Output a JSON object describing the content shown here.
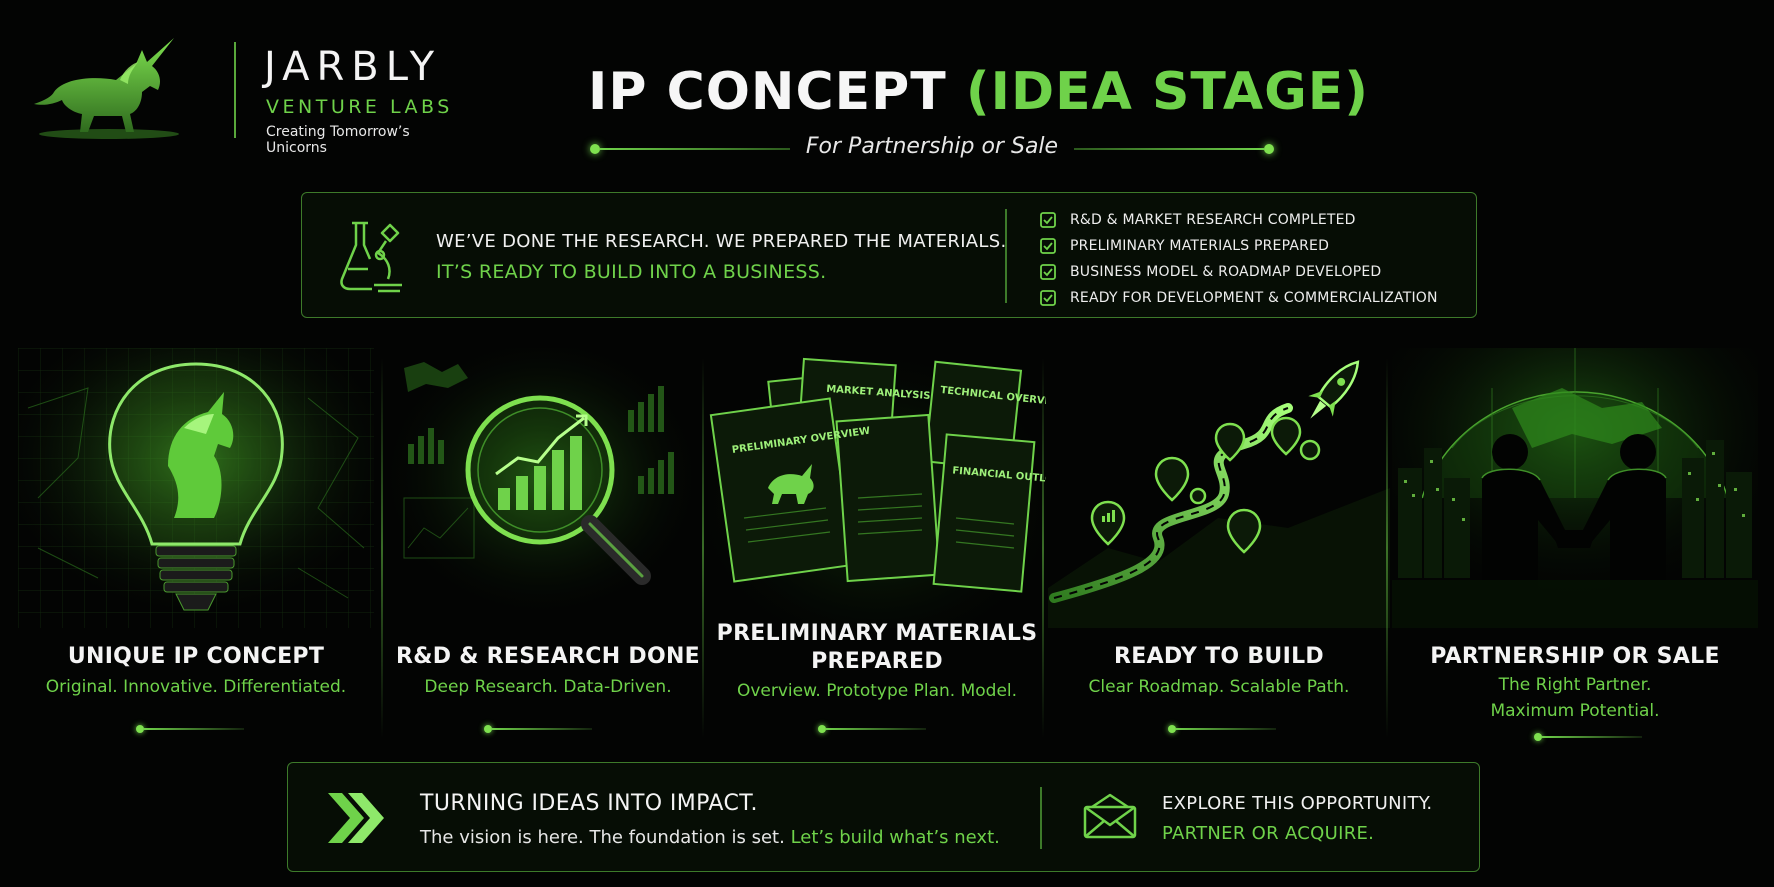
{
  "brand": {
    "name": "JARBLY",
    "sub": "VENTURE LABS",
    "tagline": "Creating Tomorrow’s Unicorns",
    "logo_icon": "unicorn-icon"
  },
  "header": {
    "title_main": "IP CONCEPT",
    "title_accent": "(IDEA STAGE)",
    "subtitle": "For Partnership or Sale"
  },
  "research": {
    "icon": "flask-microscope-icon",
    "line1": "WE’VE DONE THE RESEARCH. WE PREPARED THE MATERIALS.",
    "line2": "IT’S READY TO BUILD INTO A BUSINESS.",
    "checklist": [
      "R&D & MARKET RESEARCH COMPLETED",
      "PRELIMINARY MATERIALS PREPARED",
      "BUSINESS MODEL & ROADMAP DEVELOPED",
      "READY FOR DEVELOPMENT & COMMERCIALIZATION"
    ]
  },
  "panels": [
    {
      "title": "UNIQUE IP CONCEPT",
      "subtitle": "Original. Innovative. Differentiated.",
      "art": "lightbulb-unicorn-icon"
    },
    {
      "title": "R&D & RESEARCH DONE",
      "subtitle": "Deep Research. Data-Driven.",
      "art": "magnifier-chart-icon"
    },
    {
      "title_lines": [
        "PRELIMINARY MATERIALS",
        "PREPARED"
      ],
      "subtitle": "Overview. Prototype Plan. Model.",
      "art": "documents-icon",
      "doc_labels": [
        "PRELIMINARY OVERVIEW",
        "MARKET ANALYSIS",
        "TECHNICAL OVERVIEW",
        "FINANCIAL OUTLOOK"
      ]
    },
    {
      "title": "READY TO BUILD",
      "subtitle": "Clear Roadmap. Scalable Path.",
      "art": "roadmap-rocket-icon"
    },
    {
      "title": "PARTNERSHIP OR SALE",
      "subtitle_lines": [
        "The Right Partner.",
        "Maximum Potential."
      ],
      "art": "handshake-globe-icon"
    }
  ],
  "footer": {
    "icon": "double-chevron-icon",
    "headline": "TURNING IDEAS INTO IMPACT.",
    "body": "The vision is here. The foundation is set.",
    "body_accent": "Let’s build what’s next.",
    "cta_icon": "envelope-icon",
    "cta_line1": "EXPLORE THIS OPPORTUNITY.",
    "cta_line2": "PARTNER OR ACQUIRE."
  },
  "colors": {
    "accent": "#6fd24a",
    "background": "#030403",
    "border": "#3d7a2a"
  }
}
